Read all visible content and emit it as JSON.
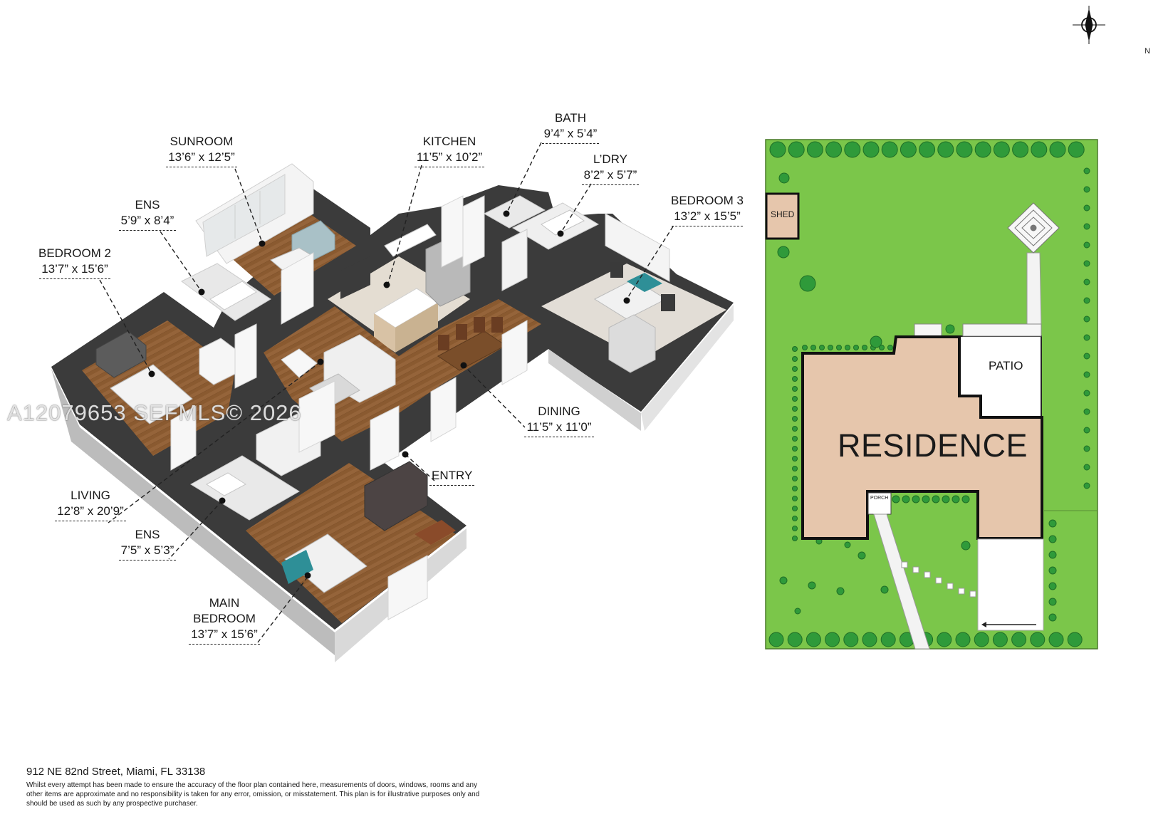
{
  "rooms": [
    {
      "key": "sunroom",
      "name": "SUNROOM",
      "dim": "13’6” x 12’5”"
    },
    {
      "key": "kitchen",
      "name": "KITCHEN",
      "dim": "11’5” x 10’2”"
    },
    {
      "key": "bath",
      "name": "BATH",
      "dim": "9’4” x 5’4”"
    },
    {
      "key": "ldry",
      "name": "L’DRY",
      "dim": "8’2” x 5’7”"
    },
    {
      "key": "bedroom3",
      "name": "BEDROOM 3",
      "dim": "13’2” x 15’5”"
    },
    {
      "key": "ens1",
      "name": "ENS",
      "dim": "5’9” x 8’4”"
    },
    {
      "key": "bedroom2",
      "name": "BEDROOM 2",
      "dim": "13’7” x 15’6”"
    },
    {
      "key": "dining",
      "name": "DINING",
      "dim": "11’5” x 11’0”"
    },
    {
      "key": "entry",
      "name": "ENTRY",
      "dim": ""
    },
    {
      "key": "living",
      "name": "LIVING",
      "dim": "12’8” x 20’9”"
    },
    {
      "key": "ens2",
      "name": "ENS",
      "dim": "7’5” x 5’3”"
    },
    {
      "key": "main",
      "name": "MAIN\nBEDROOM",
      "dim": "13’7” x 15’6”"
    }
  ],
  "site": {
    "residence": "RESIDENCE",
    "patio": "PATIO",
    "shed": "SHED",
    "porch": "PORCH"
  },
  "compass": {
    "north": "N"
  },
  "watermark": "A12079653  SEFMLS© 2026",
  "footer": {
    "address": "912 NE 82nd Street, Miami, FL 33138",
    "disclaimer": "Whilst every attempt has been made to ensure the accuracy of the floor plan contained here, measurements of doors, windows, rooms and any other items are approximate and no responsibility is taken for any error, omission, or misstatement. This plan is for illustrative purposes only and should be used as such by any prospective purchaser."
  },
  "colors": {
    "lawn": "#7bc64a",
    "tree": "#2f9a3a",
    "residence": "#e6c6ac",
    "floor_wood": "#8a5a30",
    "floor_tile": "#e2dcd2",
    "wall": "#f2f2f2",
    "wall_side": "#c9c9c9"
  }
}
